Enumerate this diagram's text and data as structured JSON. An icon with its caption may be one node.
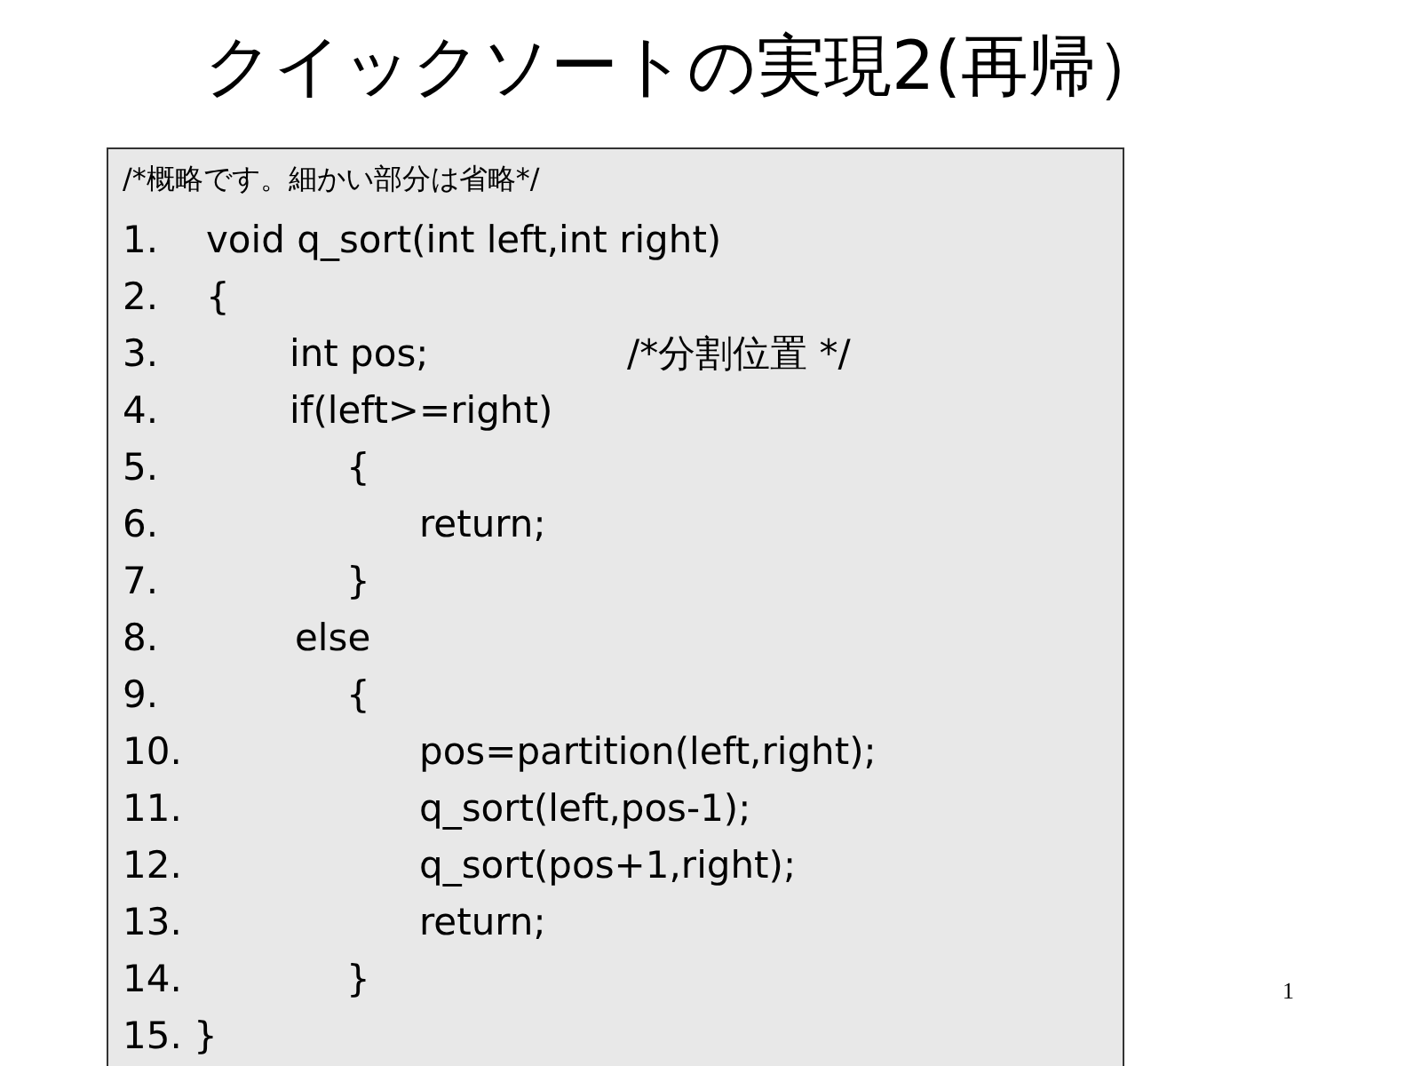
{
  "diagram": {
    "title": "クイックソートの実現2(再帰）",
    "nodes": [
      {
        "text": [
          "/*概略です。細かい部分は省略*/",
          "1.",
          "void q_sort(int left,int right)",
          "2.",
          "{",
          "3.",
          "int pos;",
          "/*分割位置 */",
          "4.",
          "if(left>=right)",
          "5.",
          "{",
          "6.",
          "return;",
          "7.",
          "}",
          "8.",
          "else",
          "9.",
          "{",
          "10.",
          "pos=partition(left,right);",
          "11.",
          "q_sort(left,pos-1);",
          "12.",
          "q_sort(pos+1,right);",
          "13.",
          "return;",
          "14.",
          "}",
          "15.",
          "}"
        ]
      }
    ],
    "labels": [
      "1"
    ]
  }
}
